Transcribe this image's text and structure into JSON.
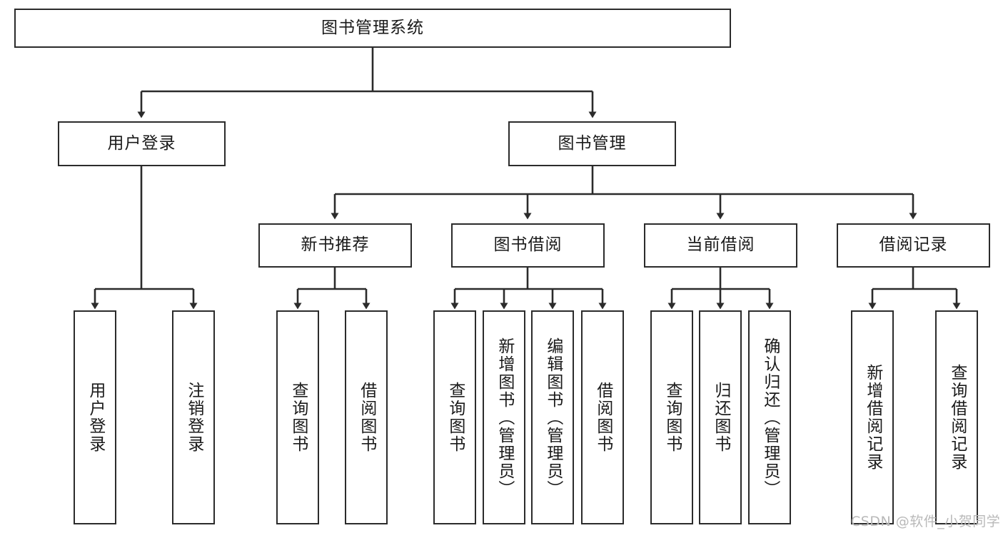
{
  "diagram": {
    "type": "tree-hierarchy-diagram",
    "title": "图书管理系统",
    "background_color": "#ffffff",
    "line_color": "#2b2b2b",
    "text_color": "#1a1a1a"
  },
  "nodes": {
    "root": {
      "label": "图书管理系统",
      "level": 1,
      "orientation": "horizontal"
    },
    "level2": [
      {
        "id": "user-login",
        "label": "用户登录",
        "orientation": "horizontal"
      },
      {
        "id": "book-manage",
        "label": "图书管理",
        "orientation": "horizontal"
      }
    ],
    "level3": [
      {
        "id": "new-book-recommend",
        "label": "新书推荐",
        "orientation": "horizontal",
        "parent": "book-manage"
      },
      {
        "id": "book-borrow",
        "label": "图书借阅",
        "orientation": "horizontal",
        "parent": "book-manage"
      },
      {
        "id": "current-borrow",
        "label": "当前借阅",
        "orientation": "horizontal",
        "parent": "book-manage"
      },
      {
        "id": "borrow-record",
        "label": "借阅记录",
        "orientation": "horizontal",
        "parent": "book-manage"
      }
    ],
    "leaves": [
      {
        "id": "leaf-user-login",
        "label": "用户登录",
        "orientation": "vertical",
        "parent": "user-login"
      },
      {
        "id": "leaf-user-logout",
        "label": "注销登录",
        "orientation": "vertical",
        "parent": "user-login"
      },
      {
        "id": "leaf-query-book-1",
        "label": "查询图书",
        "orientation": "vertical",
        "parent": "new-book-recommend"
      },
      {
        "id": "leaf-borrow-book-1",
        "label": "借阅图书",
        "orientation": "vertical",
        "parent": "new-book-recommend"
      },
      {
        "id": "leaf-query-book-2",
        "label": "查询图书",
        "orientation": "vertical",
        "parent": "book-borrow"
      },
      {
        "id": "leaf-add-book",
        "label": "新增图书（管理员）",
        "orientation": "vertical",
        "parent": "book-borrow"
      },
      {
        "id": "leaf-edit-book",
        "label": "编辑图书（管理员）",
        "orientation": "vertical",
        "parent": "book-borrow"
      },
      {
        "id": "leaf-borrow-book-2",
        "label": "借阅图书",
        "orientation": "vertical",
        "parent": "book-borrow"
      },
      {
        "id": "leaf-query-book-3",
        "label": "查询图书",
        "orientation": "vertical",
        "parent": "current-borrow"
      },
      {
        "id": "leaf-return-book",
        "label": "归还图书",
        "orientation": "vertical",
        "parent": "current-borrow"
      },
      {
        "id": "leaf-confirm-return",
        "label": "确认归还（管理员）",
        "orientation": "vertical",
        "parent": "current-borrow"
      },
      {
        "id": "leaf-add-record",
        "label": "新增借阅记录",
        "orientation": "vertical",
        "parent": "borrow-record"
      },
      {
        "id": "leaf-query-record",
        "label": "查询借阅记录",
        "orientation": "vertical",
        "parent": "borrow-record"
      }
    ]
  },
  "watermark": {
    "text": "CSDN @软件_小贺同学"
  }
}
